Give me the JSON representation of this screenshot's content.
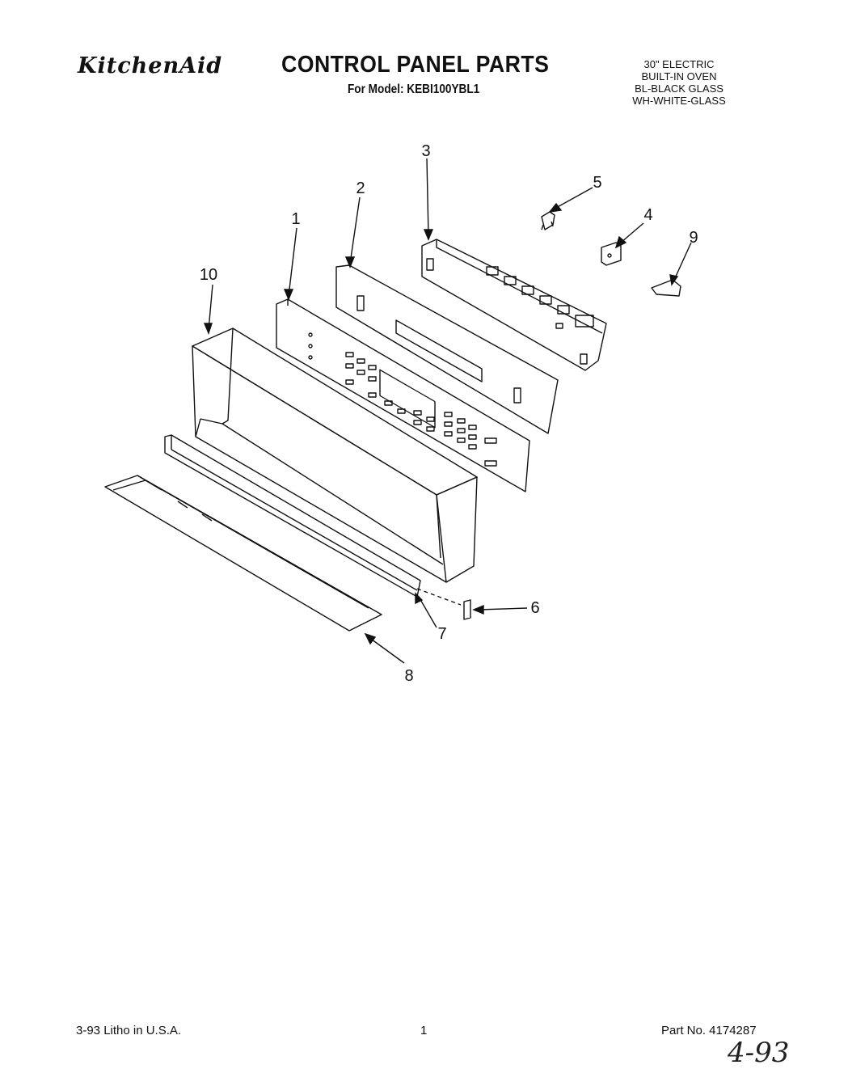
{
  "header": {
    "brand": "KitchenAid",
    "title": "CONTROL PANEL PARTS",
    "model_line": "For Model: KEBI100YBL1",
    "spec_lines": [
      "30\" ELECTRIC",
      "BUILT-IN OVEN",
      "BL-BLACK GLASS",
      "WH-WHITE-GLASS"
    ]
  },
  "callouts": {
    "c1": "1",
    "c2": "2",
    "c3": "3",
    "c4": "4",
    "c5": "5",
    "c6": "6",
    "c7": "7",
    "c8": "8",
    "c9": "9",
    "c10": "10"
  },
  "footer": {
    "left": "3-93 Litho in U.S.A.",
    "page": "1",
    "part_no": "Part No. 4174287",
    "handwritten": "4-93"
  }
}
